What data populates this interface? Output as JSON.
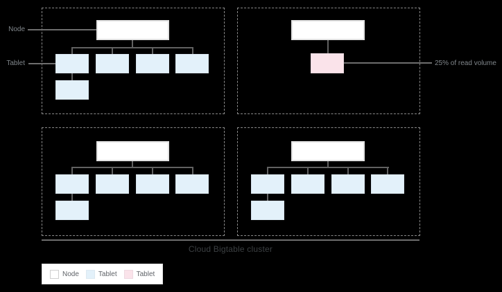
{
  "diagram": {
    "title": "Cloud Bigtable cluster",
    "panels": [
      {
        "position": "top-left",
        "tablet_count": 5,
        "hot_tablet_count": 0
      },
      {
        "position": "top-right",
        "tablet_count": 0,
        "hot_tablet_count": 1
      },
      {
        "position": "bottom-left",
        "tablet_count": 5,
        "hot_tablet_count": 0
      },
      {
        "position": "bottom-right",
        "tablet_count": 5,
        "hot_tablet_count": 0
      }
    ]
  },
  "annotations": {
    "node_label": "Node",
    "tablet_label": "Tablet",
    "hot_tablet_label": "25% of read volume"
  },
  "legend": {
    "items": [
      {
        "label": "Node",
        "swatch": "node"
      },
      {
        "label": "Tablet",
        "swatch": "tablet"
      },
      {
        "label": "Tablet",
        "swatch": "hot-tablet"
      }
    ]
  },
  "colors": {
    "background": "#000000",
    "panel_border": "#8a8a8a",
    "node_fill": "#ffffff",
    "node_border": "#e3e3e3",
    "tablet_fill": "#e3f1fa",
    "tablet_border": "#d8e4ee",
    "hot_tablet_fill": "#fae3ea",
    "hot_tablet_border": "#e9d6dd",
    "connector": "#616161",
    "leader_line": "#6e6e6e",
    "side_label_text": "#80868b",
    "cluster_label_text": "#3c4043",
    "legend_text": "#5f6368"
  }
}
